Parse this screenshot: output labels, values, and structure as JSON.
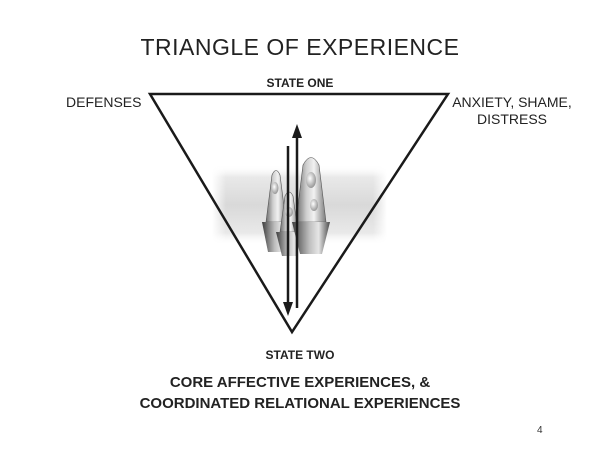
{
  "title": "TRIANGLE OF EXPERIENCE",
  "vertices": {
    "top_center": "STATE ONE",
    "top_left": "DEFENSES",
    "top_right_line1": "ANXIETY, SHAME,",
    "top_right_line2": "DISTRESS",
    "bottom": "STATE TWO"
  },
  "caption": {
    "line1": "CORE AFFECTIVE EXPERIENCES, &",
    "line2": "COORDINATED RELATIONAL EXPERIENCES"
  },
  "page_number": "4",
  "colors": {
    "text": "#222222",
    "triangle_stroke": "#1a1a1a",
    "arrow": "#1a1a1a"
  },
  "icons": [
    "double-arrow-icon",
    "lava-lamp-image"
  ]
}
